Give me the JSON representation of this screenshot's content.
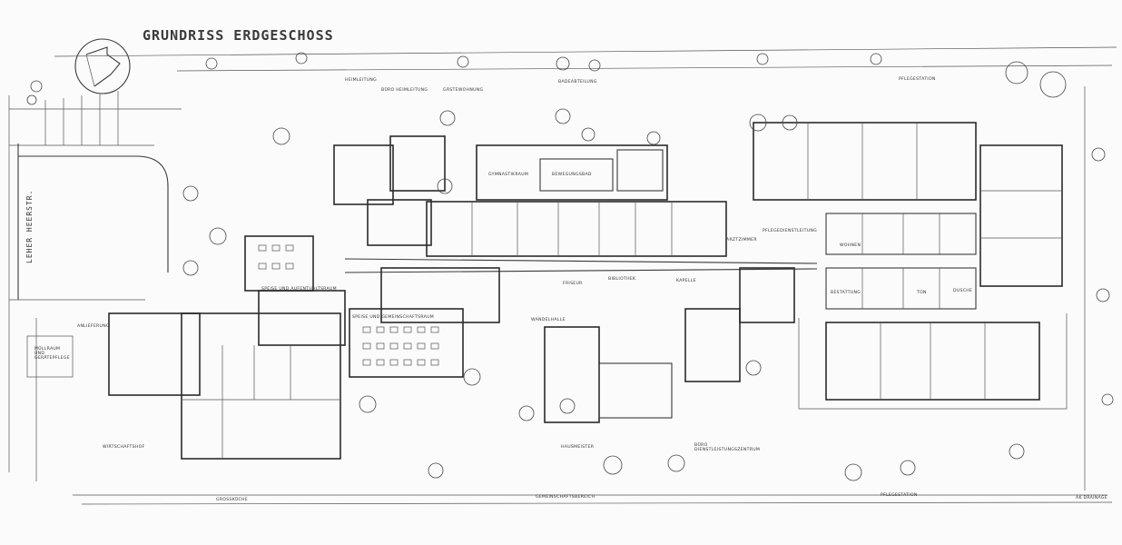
{
  "title": "GRUNDRISS ERDGESCHOSS",
  "street": "LEHER HEERSTR.",
  "labels": {
    "heimleitung": "HEIMLEITUNG",
    "buero_heimleitung": "BÜRO HEIMLEITUNG",
    "gaestewohnung": "GÄSTEWOHNUNG",
    "badeabteilung": "BADEABTEILUNG",
    "pflegestation_top": "PFLEGESTATION",
    "pflegestation_bottom": "PFLEGESTATION",
    "anlieferung": "ANLIEFERUNG",
    "muellraum": "MÜLLRAUM UND GERÄTEPFLEGE",
    "wirtschaftshof": "WIRTSCHAFTSHOF",
    "grosskueche": "GROSSKÜCHE",
    "gemeinschaftsbereich": "GEMEINSCHAFTSBEREICH",
    "hausmeister": "HAUSMEISTER",
    "buero_dienstleistung": "BÜRO DIENSTLEISTUNGSZENTRUM",
    "ak_draenage": "AK DRAINAGE",
    "speisesaal_1": "SPEISE UND AUFENTHALTSRAUM",
    "speisesaal_2": "SPEISE UND GEMEINSCHAFTSRAUM",
    "gymnastikraum": "GYMNASTIKRAUM",
    "bewegungsbad": "BEWEGUNGSBAD",
    "friseur": "FRISEUR",
    "bibliothek": "BIBLIOTHEK",
    "wandelhalle": "WANDELHALLE",
    "kapelle": "KAPELLE",
    "pflegedienst": "PFLEGEDIENSTLEITUNG",
    "arztzimmer": "ARZTZIMMER",
    "wohnen": "WOHNEN",
    "dusche": "DUSCHE",
    "ton": "TON",
    "bestattung": "BESTATTUNG"
  }
}
